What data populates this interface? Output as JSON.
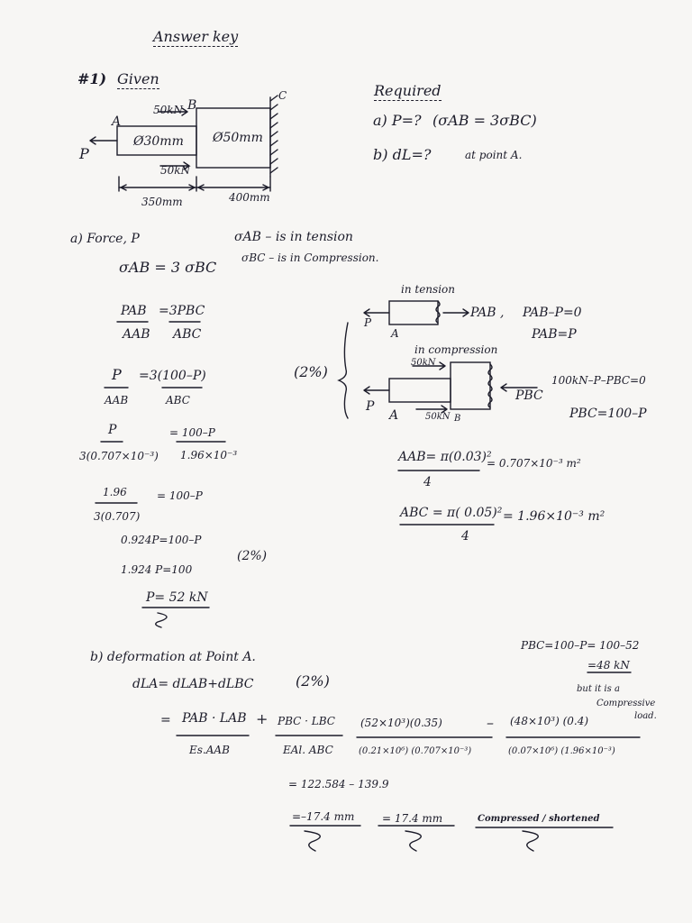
{
  "title": "Answer key",
  "q_number": "#1)",
  "given": "Given",
  "required": "Required",
  "req_a_label": "a) P=?",
  "req_a_cond": "(σAB = 3σBC)",
  "req_b_label": "b) dL=?",
  "req_b_cond": "at point A.",
  "diagram": {
    "label_A": "A",
    "label_B": "B",
    "label_C": "C",
    "label_P": "P",
    "force_top": "50kN",
    "force_bot": "50kN",
    "dia_small": "Ø30mm",
    "dia_large": "Ø50mm",
    "len_ab": "350mm",
    "len_bc": "400mm"
  },
  "part_a_title": "a) Force, P",
  "stress_ab": "σAB – is in tension",
  "stress_bc": "σBC – is in Compression.",
  "eq_sigma": "σAB = 3 σBC",
  "frac1_num1": "PAB",
  "frac1_den1": "AAB",
  "frac1_eq": "=3PBC",
  "frac1_den2": "ABC",
  "frac2_num": "P",
  "frac2_den": "AAB",
  "frac2_rhs": "=3(100–P)",
  "frac2_rhs_den": "ABC",
  "frac3_num": "P",
  "frac3_den": "3(0.707×10⁻³)",
  "frac3_rhs": "= 100–P",
  "frac3_rhs_den": "1.96×10⁻³",
  "frac4_num": "1.96",
  "frac4_den": "3(0.707)",
  "frac4_rhs": "= 100–P",
  "step5": "0.924P=100–P",
  "step6": "1.924 P=100",
  "result_p": "P= 52 kN",
  "mark1": "(2%)",
  "mark2": "(2%)",
  "mark3": "(2%)",
  "fbd": {
    "in_tension": "in tension",
    "pab_arrow": "PAB ,",
    "in_comp": "in compression",
    "force50": "50kN",
    "force50b": "50kN",
    "label_P1": "P",
    "label_A1": "A",
    "label_P2": "P",
    "label_A2": "A",
    "label_B2": "B",
    "pbc": "PBC",
    "eq1": "PAB–P=0",
    "eq1b": "PAB=P",
    "eq2": "100kN–P–PBC=0",
    "eq2b": "PBC=100–P"
  },
  "area_ab": "AAB= π(0.03)²",
  "area_ab_den": "4",
  "area_ab_val": "= 0.707×10⁻³ m²",
  "area_bc": "ABC = π( 0.05)²",
  "area_bc_den": "4",
  "area_bc_val": "= 1.96×10⁻³ m²",
  "pbc_calc1": "PBC=100–P= 100–52",
  "pbc_calc2": "=48 kN",
  "pbc_note1": "but it is a",
  "pbc_note2": "Compressive",
  "pbc_note3": "load.",
  "part_b_title": "b) deformation at Point A.",
  "dla": "dLA= dLAB+dLBC",
  "b_eq": "=",
  "b_t1_num": "PAB · LAB",
  "b_t1_den": "Es.AAB",
  "b_plus": "+",
  "b_t2_num": "PBC · LBC",
  "b_t2_den": "EAl. ABC",
  "b_t3_num": "(52×10³)(0.35)",
  "b_t3_den": "(0.21×10⁶) (0.707×10⁻³)",
  "b_minus": "–",
  "b_t4_num": "(48×10³) (0.4)",
  "b_t4_den": "(0.07×10⁶) (1.96×10⁻³)",
  "b_line2": "= 122.584 – 139.9",
  "b_res1": "=–17.4 mm",
  "b_res2": "= 17.4 mm",
  "b_res3": "Compressed / shortened"
}
